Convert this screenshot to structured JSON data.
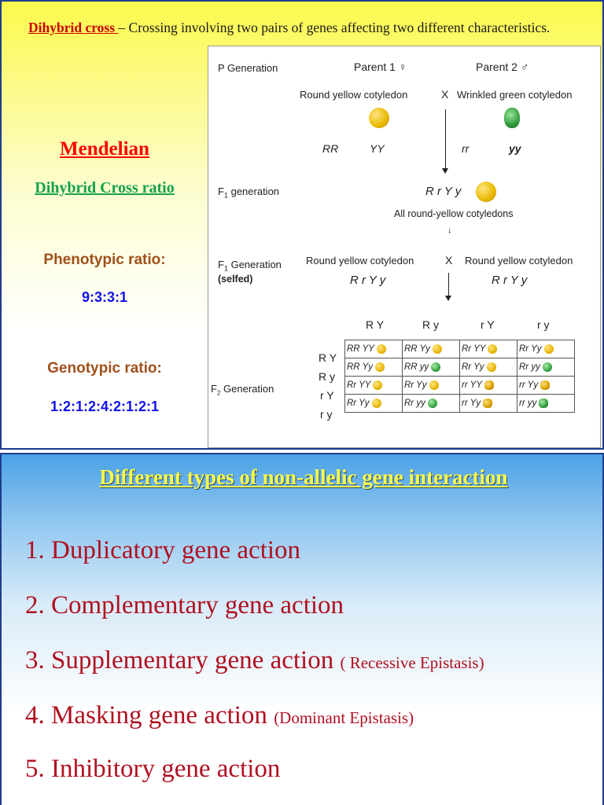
{
  "intro": {
    "term": "Dihybrid cross ",
    "rest": "– Crossing involving two pairs of genes affecting two different characteristics."
  },
  "left": {
    "mendelian": "Mendelian",
    "dihybrid_ratio": "Dihybrid Cross ratio",
    "phenotypic_title": "Phenotypic ratio:",
    "phenotypic_value": "9:3:3:1",
    "genotypic_title": "Genotypic ratio:",
    "genotypic_value": "1:2:1:2:4:2:1:2:1"
  },
  "figure": {
    "p_gen": "P Generation",
    "parent1": "Parent 1 ♀",
    "parent2": "Parent 2 ♂",
    "parent1_pheno": "Round yellow cotyledon",
    "cross_x": "X",
    "parent2_pheno": "Wrinkled green cotyledon",
    "rr1": "RR",
    "yy1": "YY",
    "rr2": "rr",
    "yy2": "yy",
    "f1_gen": "generation",
    "f1_geno": "R r Y y",
    "f1_note": "All round-yellow cotyledons",
    "f1_selfed_1": "Generation",
    "f1_selfed_2": "(selfed)",
    "f1_left_pheno": "Round yellow cotyledon",
    "f1_right_pheno": "Round yellow cotyledon",
    "f1_left_geno": "R r Y y",
    "f1_right_geno": "R r Y y",
    "f2_gen": "Generation",
    "gametes_top": [
      "R Y",
      "R y",
      "r Y",
      "r y"
    ],
    "gametes_left": [
      "R Y",
      "R y",
      "r Y",
      "r y"
    ],
    "punnett": [
      [
        {
          "g": "RR  YY",
          "s": "yr"
        },
        {
          "g": "RR  Yy",
          "s": "yr"
        },
        {
          "g": "Rr YY",
          "s": "yr"
        },
        {
          "g": "Rr Yy",
          "s": "yr"
        }
      ],
      [
        {
          "g": "RR  Yy",
          "s": "yr"
        },
        {
          "g": "RR  yy",
          "s": "gr"
        },
        {
          "g": "Rr  Yy",
          "s": "yr"
        },
        {
          "g": "Rr  yy",
          "s": "gr"
        }
      ],
      [
        {
          "g": "Rr  YY",
          "s": "yr"
        },
        {
          "g": "Rr  Yy",
          "s": "yr"
        },
        {
          "g": "rr  YY",
          "s": "yw"
        },
        {
          "g": "rr  Yy",
          "s": "yw"
        }
      ],
      [
        {
          "g": "Rr  Yy",
          "s": "yr"
        },
        {
          "g": "Rr  yy",
          "s": "gr"
        },
        {
          "g": "rr  Yy",
          "s": "yw"
        },
        {
          "g": "rr  yy",
          "s": "gw"
        }
      ]
    ]
  },
  "bottom": {
    "title": "Different types of non-allelic gene interaction",
    "items": [
      {
        "text": "1. Duplicatory gene action",
        "note": ""
      },
      {
        "text": "2. Complementary gene action",
        "note": ""
      },
      {
        "text": "3. Supplementary gene action",
        "note": "( Recessive Epistasis)"
      },
      {
        "text": "4. Masking gene action",
        "note": "(Dominant Epistasis)"
      },
      {
        "text": "5. Inhibitory gene action",
        "note": ""
      }
    ]
  }
}
